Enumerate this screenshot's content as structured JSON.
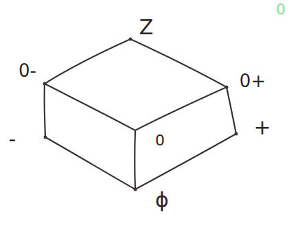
{
  "diagram": {
    "labels": [
      "Z",
      "0-",
      "0+",
      "-",
      "+",
      "0",
      "ϕ",
      "0"
    ]
  }
}
